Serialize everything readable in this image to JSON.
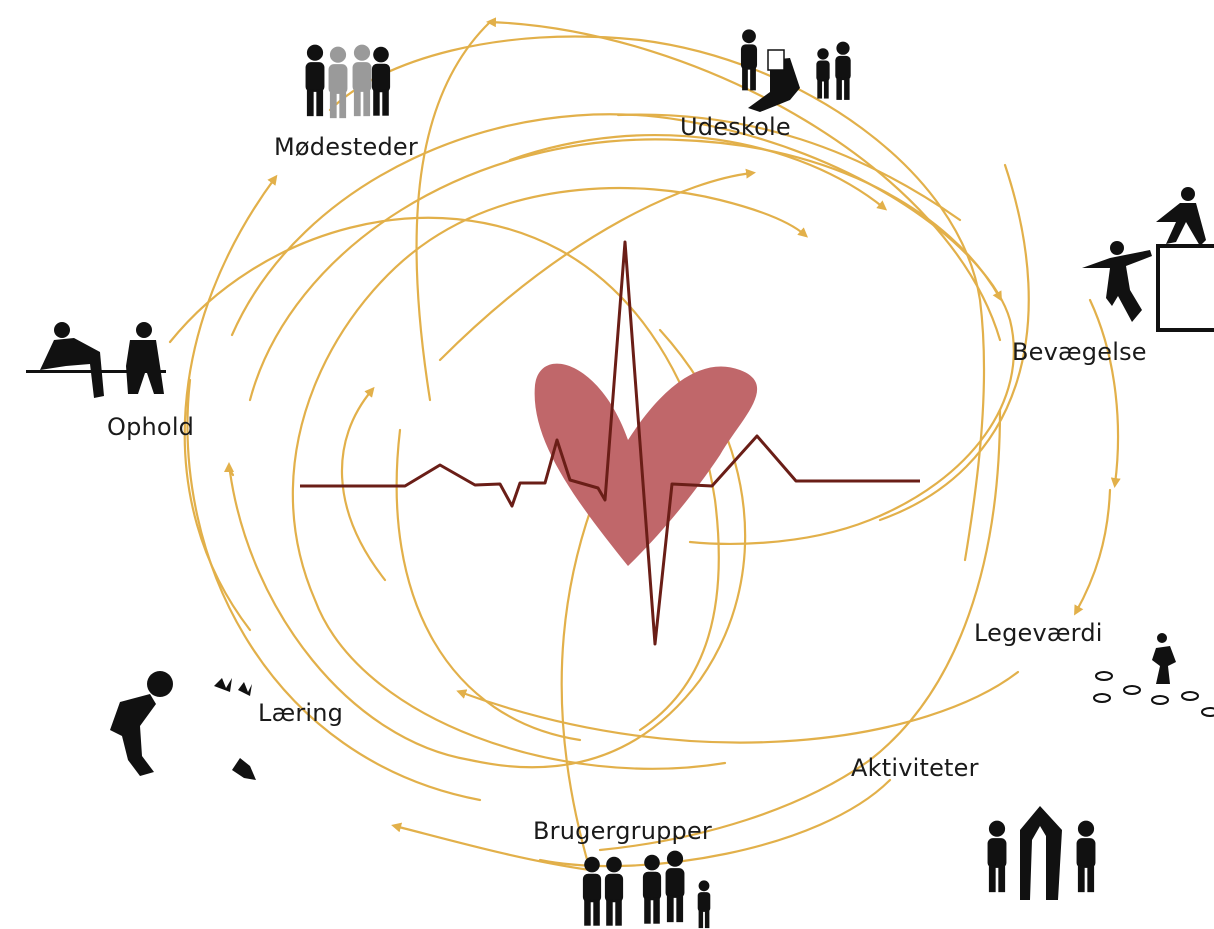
{
  "colors": {
    "background": "#ffffff",
    "arcs": "#e2b04a",
    "heart": "#c0676a",
    "pulse": "#6a1e17",
    "silhouette": "#111111",
    "silhouette_light": "#9a9a9a"
  },
  "labels": [
    "Mødesteder",
    "Udeskole",
    "Bevægelse",
    "Ophold",
    "Legeværdi",
    "Læring",
    "Aktiviteter",
    "Brugergrupper"
  ],
  "icons": [
    "walking-group-icon",
    "children-reading-icon",
    "climbing-people-icon",
    "sitting-people-icon",
    "child-stepping-stones-icon",
    "child-with-butterflies-icon",
    "people-with-sculpture-icon",
    "family-walking-icon"
  ]
}
